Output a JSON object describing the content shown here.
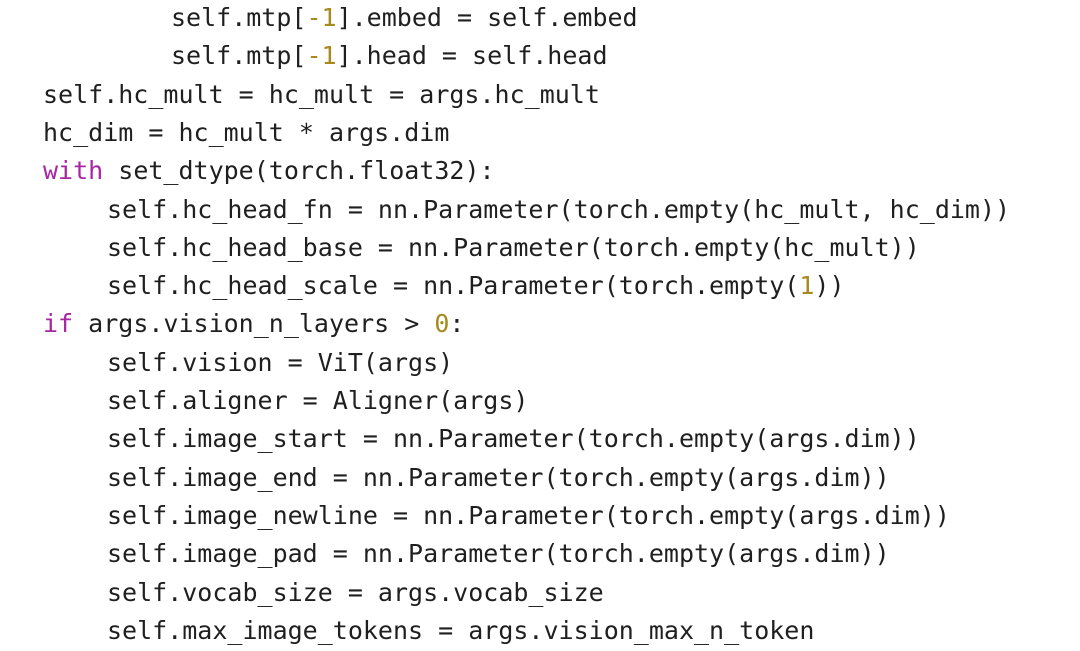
{
  "colors": {
    "background": "#ffffff",
    "text": "#1f1f1f",
    "keyword": "#a626a4",
    "number": "#a8891d"
  },
  "code": {
    "lines": [
      {
        "indent": "    ",
        "tokens": [
          {
            "t": "self.mtp[",
            "k": "plain"
          },
          {
            "t": "-1",
            "k": "num"
          },
          {
            "t": "].embed = self.embed",
            "k": "plain"
          }
        ]
      },
      {
        "indent": "    ",
        "tokens": [
          {
            "t": "self.mtp[",
            "k": "plain"
          },
          {
            "t": "-1",
            "k": "num"
          },
          {
            "t": "].head = self.head",
            "k": "plain"
          }
        ]
      },
      {
        "indent": "",
        "tokens": [
          {
            "t": "self.hc_mult = hc_mult = args.hc_mult",
            "k": "plain"
          }
        ]
      },
      {
        "indent": "",
        "tokens": [
          {
            "t": "hc_dim = hc_mult * args.dim",
            "k": "plain"
          }
        ]
      },
      {
        "indent": "",
        "tokens": [
          {
            "t": "with",
            "k": "kw"
          },
          {
            "t": " set_dtype(torch.float32):",
            "k": "plain"
          }
        ]
      },
      {
        "indent": "  ",
        "tokens": [
          {
            "t": "self.hc_head_fn = nn.Parameter(torch.empty(hc_mult, hc_dim))",
            "k": "plain"
          }
        ]
      },
      {
        "indent": "  ",
        "tokens": [
          {
            "t": "self.hc_head_base = nn.Parameter(torch.empty(hc_mult))",
            "k": "plain"
          }
        ]
      },
      {
        "indent": "  ",
        "tokens": [
          {
            "t": "self.hc_head_scale = nn.Parameter(torch.empty(",
            "k": "plain"
          },
          {
            "t": "1",
            "k": "num"
          },
          {
            "t": "))",
            "k": "plain"
          }
        ]
      },
      {
        "indent": "",
        "tokens": [
          {
            "t": "if",
            "k": "kw"
          },
          {
            "t": " args.vision_n_layers > ",
            "k": "plain"
          },
          {
            "t": "0",
            "k": "num"
          },
          {
            "t": ":",
            "k": "plain"
          }
        ]
      },
      {
        "indent": "  ",
        "tokens": [
          {
            "t": "self.vision = ViT(args)",
            "k": "plain"
          }
        ]
      },
      {
        "indent": "  ",
        "tokens": [
          {
            "t": "self.aligner = Aligner(args)",
            "k": "plain"
          }
        ]
      },
      {
        "indent": "  ",
        "tokens": [
          {
            "t": "self.image_start = nn.Parameter(torch.empty(args.dim))",
            "k": "plain"
          }
        ]
      },
      {
        "indent": "  ",
        "tokens": [
          {
            "t": "self.image_end = nn.Parameter(torch.empty(args.dim))",
            "k": "plain"
          }
        ]
      },
      {
        "indent": "  ",
        "tokens": [
          {
            "t": "self.image_newline = nn.Parameter(torch.empty(args.dim))",
            "k": "plain"
          }
        ]
      },
      {
        "indent": "  ",
        "tokens": [
          {
            "t": "self.image_pad = nn.Parameter(torch.empty(args.dim))",
            "k": "plain"
          }
        ]
      },
      {
        "indent": "  ",
        "tokens": [
          {
            "t": "self.vocab_size = args.vocab_size",
            "k": "plain"
          }
        ]
      },
      {
        "indent": "  ",
        "tokens": [
          {
            "t": "self.max_image_tokens = args.vision_max_n_token",
            "k": "plain"
          }
        ]
      }
    ]
  }
}
